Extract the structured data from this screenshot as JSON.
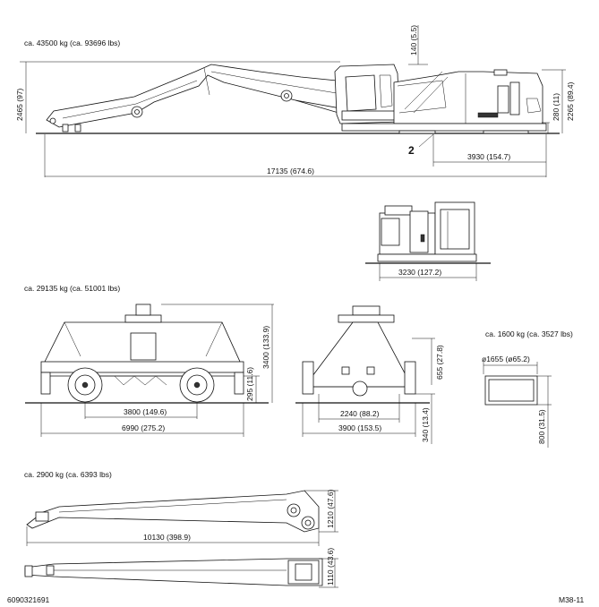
{
  "machine": {
    "weight": "ca. 43500 kg (ca. 93696 lbs)",
    "dim_length": "17135 (674.6)",
    "dim_height_left": "2465 (97)",
    "dim_top": "140 (5.5)",
    "dim_right_1": "280 (11)",
    "dim_right_2": "2265 (89.4)",
    "dim_rear": "3930 (154.7)",
    "marker": "2"
  },
  "rear_view": {
    "dim_width": "3230 (127.2)"
  },
  "carrier": {
    "weight": "ca. 29135 kg (ca. 51001 lbs)",
    "dim_wheelbase": "3800 (149.6)",
    "dim_length": "6990 (275.2)",
    "dim_clearance": "295 (11.6)",
    "dim_height": "3400 (133.9)"
  },
  "carrier_front": {
    "dim_top": "655 (27.8)",
    "dim_track": "2240 (88.2)",
    "dim_width": "3900 (153.5)",
    "dim_low": "340 (13.4)"
  },
  "ring": {
    "weight": "ca. 1600 kg (ca. 3527 lbs)",
    "dim_diameter": "ø1655 (ø65.2)",
    "dim_height": "800 (31.5)"
  },
  "boom": {
    "weight": "ca. 2900 kg (ca. 6393 lbs)",
    "dim_length": "10130 (398.9)",
    "dim_height_side": "1210 (47.6)",
    "dim_height_top": "1110 (43.6)"
  },
  "footer": {
    "doc_number": "6090321691",
    "page_ref": "M38-11"
  }
}
